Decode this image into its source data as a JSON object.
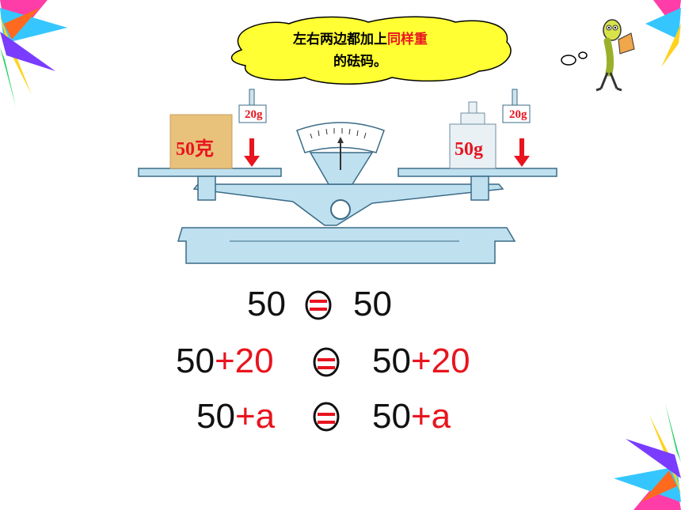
{
  "speech_bubble": {
    "line1_before": "左右两边都加上",
    "line1_highlight": "同样重",
    "line2": "的砝码。"
  },
  "balance": {
    "left_block_label": "50克",
    "right_weight_label": "50g",
    "left_small_weight_label": "20g",
    "right_small_weight_label": "20g"
  },
  "equations": [
    {
      "left": "50",
      "left_add": "",
      "symbol": "=",
      "right": "50",
      "right_add": ""
    },
    {
      "left": "50",
      "left_add": "+20",
      "symbol": "=",
      "right": "50",
      "right_add": "+20"
    },
    {
      "left": "50",
      "left_add": "+a",
      "symbol": "=",
      "right": "50",
      "right_add": "+a"
    }
  ],
  "colors": {
    "accent_red": "#e8141e",
    "bubble_yellow": "#ffff33",
    "scale_blue": "#bfe0ef"
  }
}
